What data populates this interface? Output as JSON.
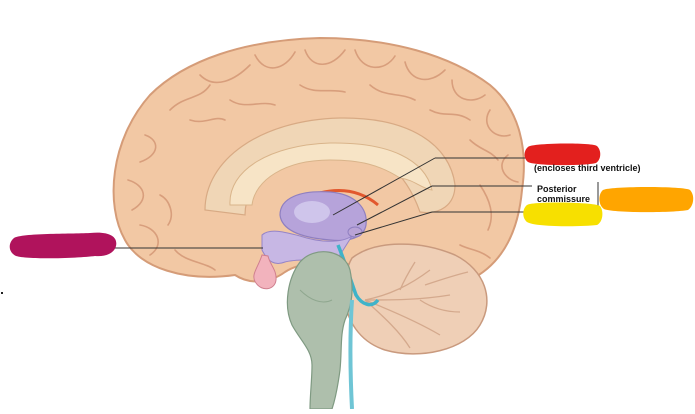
{
  "labels": {
    "third_ventricle_note": "(encloses third ventricle)",
    "posterior_line1": "Posterior",
    "posterior_line2": "commissure"
  },
  "colors": {
    "red_marker": "#e3201e",
    "orange_marker": "#ffa500",
    "yellow_marker": "#f7e000",
    "magenta_marker": "#b0135c",
    "cortex": "#f1c9a6",
    "thalamus": "#b7a6d8",
    "brainstem": "#a9bba7",
    "cerebellum": "#efcfb7",
    "ventricle_blue": "#3fb3c9"
  }
}
